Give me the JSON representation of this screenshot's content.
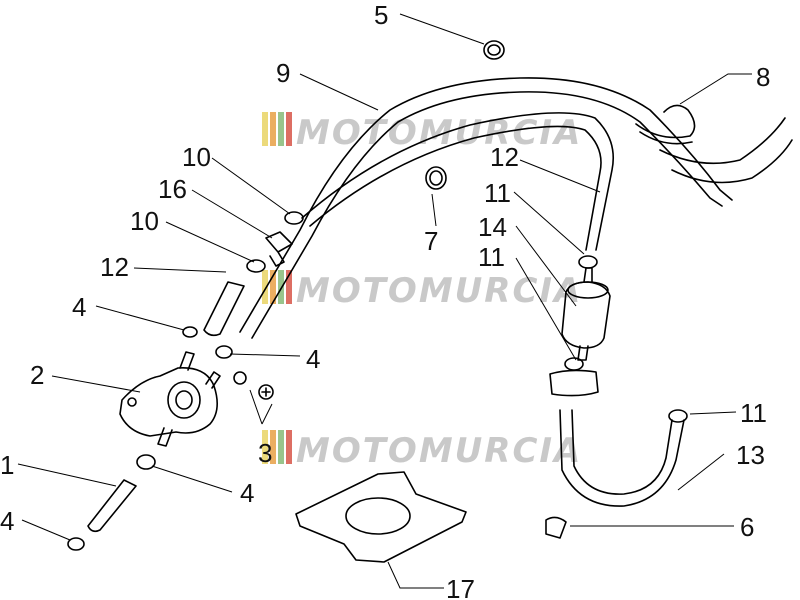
{
  "watermark": {
    "text": "MOTOMURCIA",
    "colors": [
      "#e7d15a",
      "#e69a3a",
      "#7fb56f",
      "#d44a3c"
    ]
  },
  "callouts": [
    {
      "id": "c1",
      "text": "1"
    },
    {
      "id": "c2",
      "text": "2"
    },
    {
      "id": "c3",
      "text": "3"
    },
    {
      "id": "c4a",
      "text": "4"
    },
    {
      "id": "c4b",
      "text": "4"
    },
    {
      "id": "c4c",
      "text": "4"
    },
    {
      "id": "c4d",
      "text": "4"
    },
    {
      "id": "c5",
      "text": "5"
    },
    {
      "id": "c6",
      "text": "6"
    },
    {
      "id": "c7",
      "text": "7"
    },
    {
      "id": "c8",
      "text": "8"
    },
    {
      "id": "c9",
      "text": "9"
    },
    {
      "id": "c10a",
      "text": "10"
    },
    {
      "id": "c10b",
      "text": "10"
    },
    {
      "id": "c11a",
      "text": "11"
    },
    {
      "id": "c11b",
      "text": "11"
    },
    {
      "id": "c11c",
      "text": "11"
    },
    {
      "id": "c12a",
      "text": "12"
    },
    {
      "id": "c12b",
      "text": "12"
    },
    {
      "id": "c13",
      "text": "13"
    },
    {
      "id": "c14",
      "text": "14"
    },
    {
      "id": "c16",
      "text": "16"
    },
    {
      "id": "c17",
      "text": "17"
    }
  ]
}
